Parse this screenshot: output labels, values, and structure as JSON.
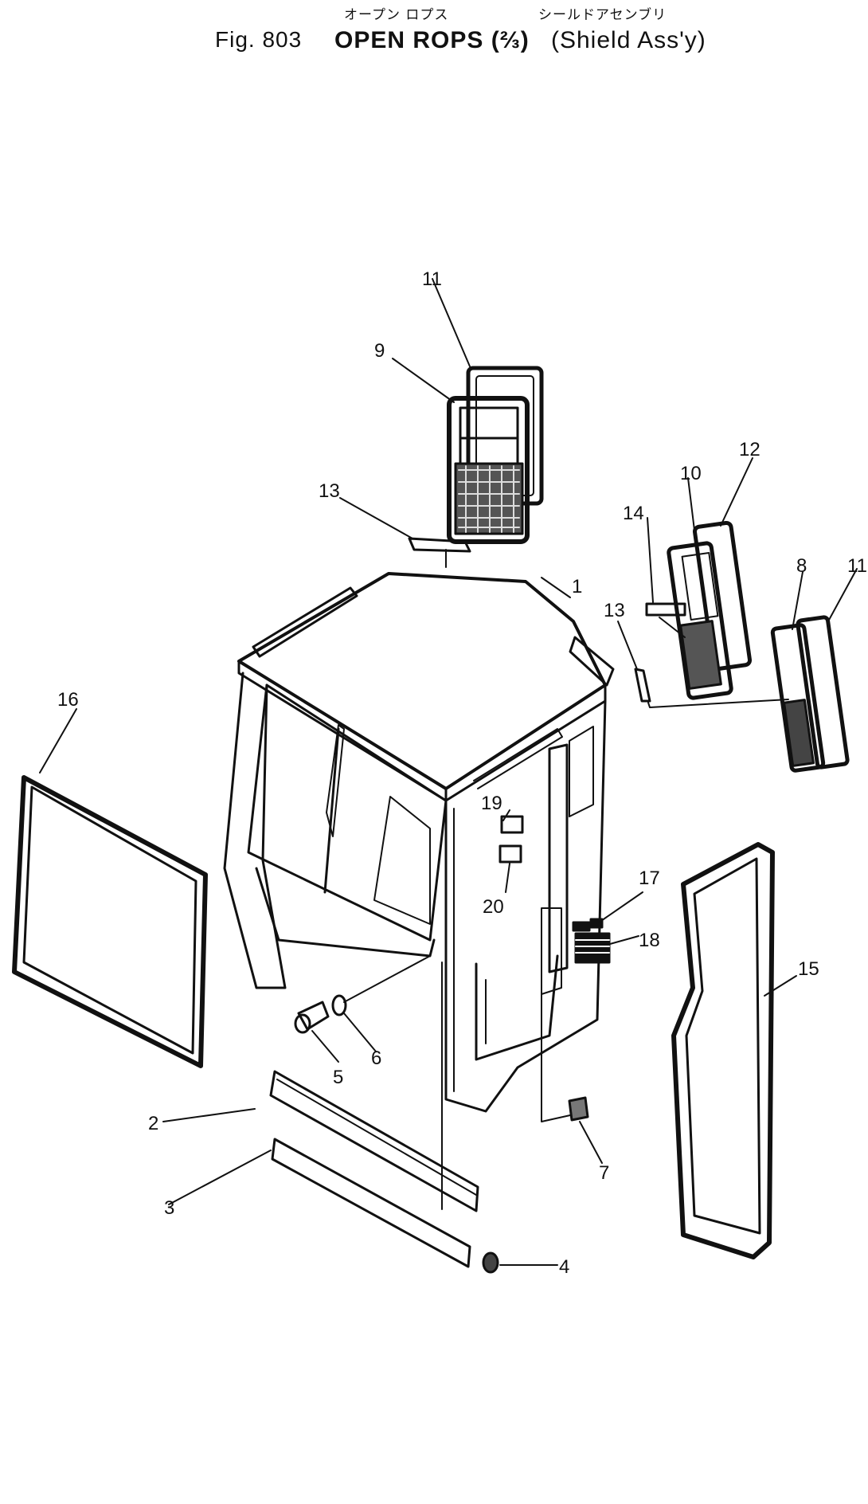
{
  "title": {
    "jp_left": "オープン ロプス",
    "jp_right": "シールドアセンブリ",
    "fig_label": "Fig. 803",
    "main": "OPEN ROPS (⅔)",
    "sub": "(Shield Ass'y)"
  },
  "callouts": {
    "c1": "1",
    "c2": "2",
    "c3": "3",
    "c4": "4",
    "c5": "5",
    "c6": "6",
    "c7": "7",
    "c8": "8",
    "c9": "9",
    "c10": "10",
    "c11a": "11",
    "c11b": "11",
    "c12": "12",
    "c13a": "13",
    "c13b": "13",
    "c14": "14",
    "c15": "15",
    "c16": "16",
    "c17": "17",
    "c18": "18",
    "c19": "19",
    "c20": "20"
  }
}
